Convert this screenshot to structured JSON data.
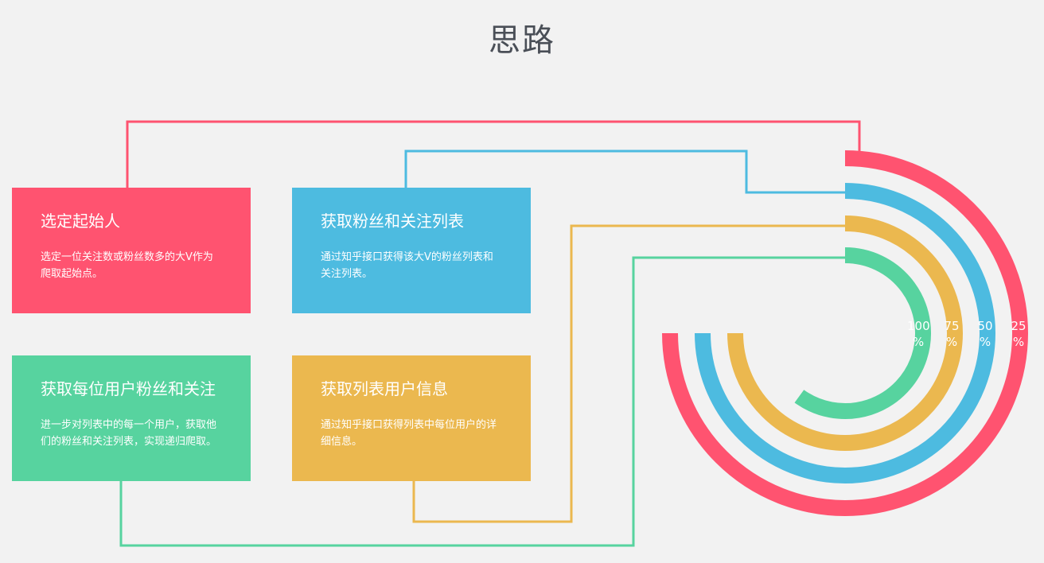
{
  "title": "思路",
  "colors": {
    "red": "#ff5370",
    "blue": "#4dbbe0",
    "yellow": "#ebb84f",
    "green": "#57d39f",
    "background": "#f2f2f2"
  },
  "steps": [
    {
      "title": "选定起始人",
      "desc": "选定一位关注数或粉丝数多的大V作为爬取起始点。",
      "color": "red"
    },
    {
      "title": "获取粉丝和关注列表",
      "desc": "通过知乎接口获得该大V的粉丝列表和关注列表。",
      "color": "blue"
    },
    {
      "title": "获取每位用户粉丝和关注",
      "desc": "进一步对列表中的每一个用户，获取他们的粉丝和关注列表，实现递归爬取。",
      "color": "green"
    },
    {
      "title": "获取列表用户信息",
      "desc": "通过知乎接口获得列表中每位用户的详细信息。",
      "color": "yellow"
    }
  ],
  "rings": [
    {
      "label": "25 %",
      "value": 75,
      "color": "red"
    },
    {
      "label": "50 %",
      "value": 75,
      "color": "blue"
    },
    {
      "label": "75 %",
      "value": 75,
      "color": "yellow"
    },
    {
      "label": "100 %",
      "value": 60,
      "color": "green"
    }
  ]
}
